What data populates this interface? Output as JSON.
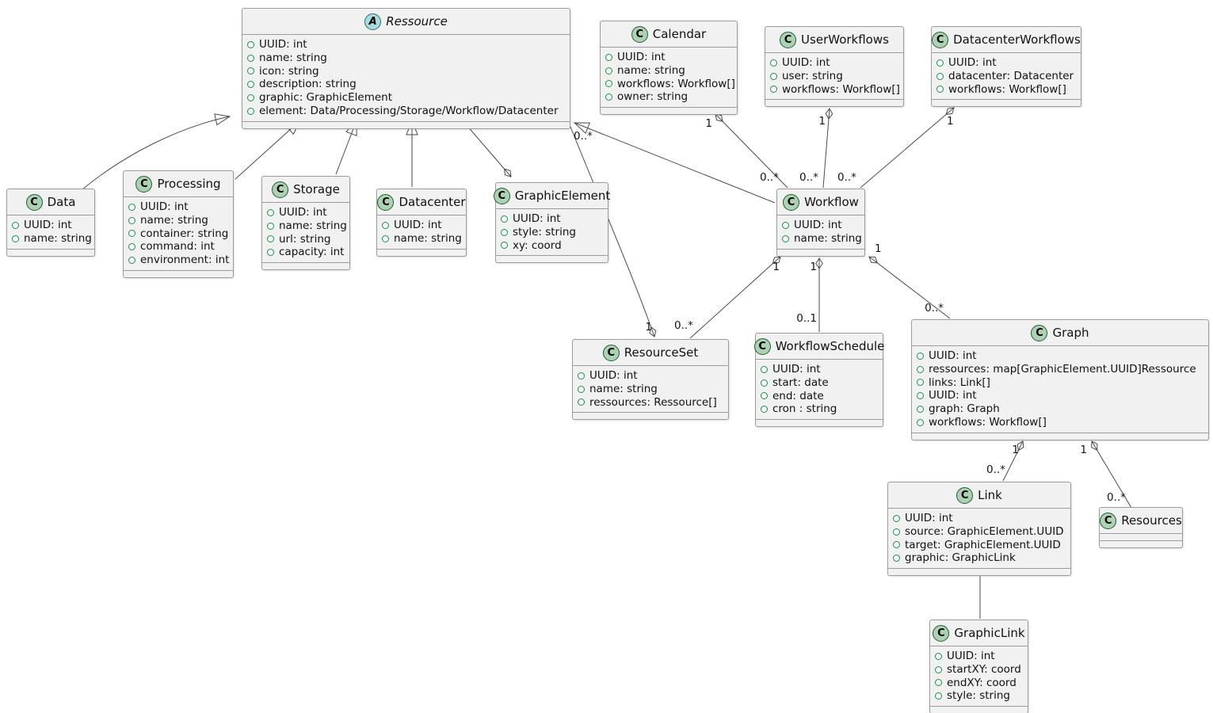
{
  "diagram": {
    "kind": "uml-class-diagram",
    "colors": {
      "class_fill": "#f1f1f2",
      "class_border": "#9c9c9c",
      "edge_line": "#4a4a4a",
      "class_spot_fill": "#ADD1B2",
      "class_spot_border": "#1f5c33",
      "abstract_spot_fill": "#A9DCDF",
      "abstract_spot_border": "#2e6a70",
      "field_visibility_green": "#11934A"
    }
  },
  "classes": {
    "Ressource": {
      "name": "Ressource",
      "spot": "A",
      "stereotype": "abstract",
      "attributes": [
        "UUID: int",
        "name: string",
        "icon: string",
        "description: string",
        "graphic: GraphicElement",
        "element: Data/Processing/Storage/Workflow/Datacenter"
      ]
    },
    "Data": {
      "name": "Data",
      "spot": "C",
      "stereotype": "class",
      "attributes": [
        "UUID: int",
        "name: string"
      ]
    },
    "Processing": {
      "name": "Processing",
      "spot": "C",
      "stereotype": "class",
      "attributes": [
        "UUID: int",
        "name: string",
        "container: string",
        "command: int",
        "environment: int"
      ]
    },
    "Storage": {
      "name": "Storage",
      "spot": "C",
      "stereotype": "class",
      "attributes": [
        "UUID: int",
        "name: string",
        "url: string",
        "capacity: int"
      ]
    },
    "Datacenter": {
      "name": "Datacenter",
      "spot": "C",
      "stereotype": "class",
      "attributes": [
        "UUID: int",
        "name: string"
      ]
    },
    "GraphicElement": {
      "name": "GraphicElement",
      "spot": "C",
      "stereotype": "class",
      "attributes": [
        "UUID: int",
        "style: string",
        "xy: coord"
      ]
    },
    "Calendar": {
      "name": "Calendar",
      "spot": "C",
      "stereotype": "class",
      "attributes": [
        "UUID: int",
        "name: string",
        "workflows: Workflow[]",
        "owner: string"
      ]
    },
    "UserWorkflows": {
      "name": "UserWorkflows",
      "spot": "C",
      "stereotype": "class",
      "attributes": [
        "UUID: int",
        "user: string",
        "workflows: Workflow[]"
      ]
    },
    "DatacenterWorkflows": {
      "name": "DatacenterWorkflows",
      "spot": "C",
      "stereotype": "class",
      "attributes": [
        "UUID: int",
        "datacenter: Datacenter",
        "workflows: Workflow[]"
      ]
    },
    "Workflow": {
      "name": "Workflow",
      "spot": "C",
      "stereotype": "class",
      "attributes": [
        "UUID: int",
        "name: string"
      ]
    },
    "ResourceSet": {
      "name": "ResourceSet",
      "spot": "C",
      "stereotype": "class",
      "attributes": [
        "UUID: int",
        "name: string",
        "ressources: Ressource[]"
      ]
    },
    "WorkflowSchedule": {
      "name": "WorkflowSchedule",
      "spot": "C",
      "stereotype": "class",
      "attributes": [
        "UUID: int",
        "start: date",
        "end: date",
        "cron : string"
      ]
    },
    "Graph": {
      "name": "Graph",
      "spot": "C",
      "stereotype": "class",
      "attributes": [
        "UUID: int",
        "ressources: map[GraphicElement.UUID]Ressource",
        "links: Link[]",
        "UUID: int",
        "graph: Graph",
        "workflows: Workflow[]"
      ]
    },
    "Link": {
      "name": "Link",
      "spot": "C",
      "stereotype": "class",
      "attributes": [
        "UUID: int",
        "source: GraphicElement.UUID",
        "target: GraphicElement.UUID",
        "graphic: GraphicLink"
      ]
    },
    "Resources": {
      "name": "Resources",
      "spot": "C",
      "stereotype": "class",
      "attributes": []
    },
    "GraphicLink": {
      "name": "GraphicLink",
      "spot": "C",
      "stereotype": "class",
      "attributes": [
        "UUID: int",
        "startXY: coord",
        "endXY: coord",
        "style: string"
      ]
    }
  },
  "relationships": [
    {
      "from": "Data",
      "to": "Ressource",
      "type": "inheritance"
    },
    {
      "from": "Processing",
      "to": "Ressource",
      "type": "inheritance"
    },
    {
      "from": "Storage",
      "to": "Ressource",
      "type": "inheritance"
    },
    {
      "from": "Datacenter",
      "to": "Ressource",
      "type": "inheritance"
    },
    {
      "from": "Workflow",
      "to": "Ressource",
      "type": "inheritance"
    },
    {
      "from": "GraphicElement",
      "to": "Ressource",
      "type": "aggregation"
    },
    {
      "from": "ResourceSet",
      "to": "Ressource",
      "type": "aggregation",
      "from_label": "1",
      "to_label": "0..*"
    },
    {
      "from": "Calendar",
      "to": "Workflow",
      "type": "aggregation",
      "from_label": "1",
      "to_label": "0..*"
    },
    {
      "from": "UserWorkflows",
      "to": "Workflow",
      "type": "aggregation",
      "from_label": "1",
      "to_label": "0..*"
    },
    {
      "from": "DatacenterWorkflows",
      "to": "Workflow",
      "type": "aggregation",
      "from_label": "1",
      "to_label": "0..*"
    },
    {
      "from": "Workflow",
      "to": "ResourceSet",
      "type": "aggregation",
      "from_label": "1",
      "to_label": "0..*"
    },
    {
      "from": "Workflow",
      "to": "WorkflowSchedule",
      "type": "aggregation",
      "from_label": "1",
      "to_label": "0..1"
    },
    {
      "from": "Workflow",
      "to": "Graph",
      "type": "aggregation",
      "from_label": "1",
      "to_label": "0..*"
    },
    {
      "from": "Graph",
      "to": "Link",
      "type": "aggregation",
      "from_label": "1",
      "to_label": "0..*"
    },
    {
      "from": "Graph",
      "to": "Resources",
      "type": "aggregation",
      "from_label": "1",
      "to_label": "0..*"
    },
    {
      "from": "Link",
      "to": "GraphicLink",
      "type": "association"
    }
  ]
}
